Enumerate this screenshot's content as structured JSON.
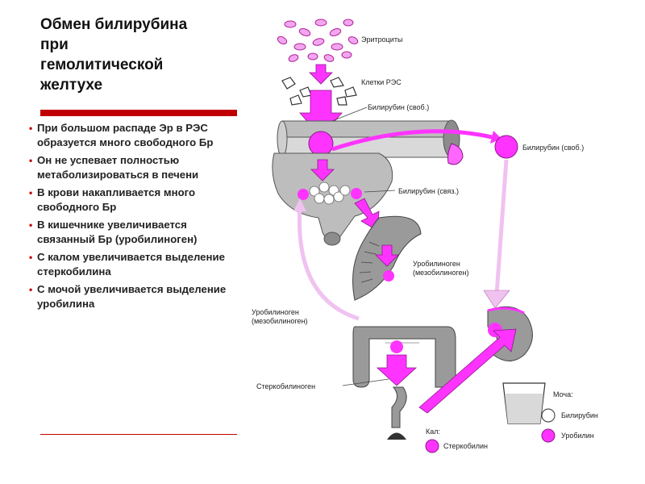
{
  "title": {
    "lines": [
      "Обмен билирубина",
      "при",
      "гемолитической",
      "желтухе"
    ]
  },
  "bullets": [
    "При большом распаде Эр в РЭС образуется много свободного Бр",
    "Он не успевает полностью метаболизироваться в печени",
    "В крови накапливается много свободного Бр",
    "В кишечнике увеличивается связанный Бр (уробилиноген)",
    "С калом увеличивается выделение стеркобилина",
    "С мочой увеличивается выделение уробилина"
  ],
  "diagram": {
    "labels": {
      "erythrocytes": "Эритроциты",
      "res_cells": "Клетки РЭС",
      "bilirubin_free_1": "Билирубин (своб.)",
      "bilirubin_free_2": "Билирубин (своб.)",
      "bilirubin_bound": "Билирубин (связ.)",
      "urobilinogen_1_a": "Уробилиноген",
      "urobilinogen_1_b": "(мезобилиноген)",
      "urobilinogen_2_a": "Уробилиноген",
      "urobilinogen_2_b": "(мезобилиноген)",
      "stercobilinogen": "Стеркобилиноген",
      "urine_title": "Моча:",
      "legend_bilirubin": "Билирубин",
      "legend_urobilin": "Уробилин",
      "feces_title": "Кал:",
      "legend_stercobilin": "Стеркобилин"
    },
    "colors": {
      "accent": "#ff33ff",
      "accent_light": "#f2c6f2",
      "tissue": "#bdbdbd",
      "tissue_dark": "#6e6e6e",
      "title_bar": "#c00000"
    }
  }
}
